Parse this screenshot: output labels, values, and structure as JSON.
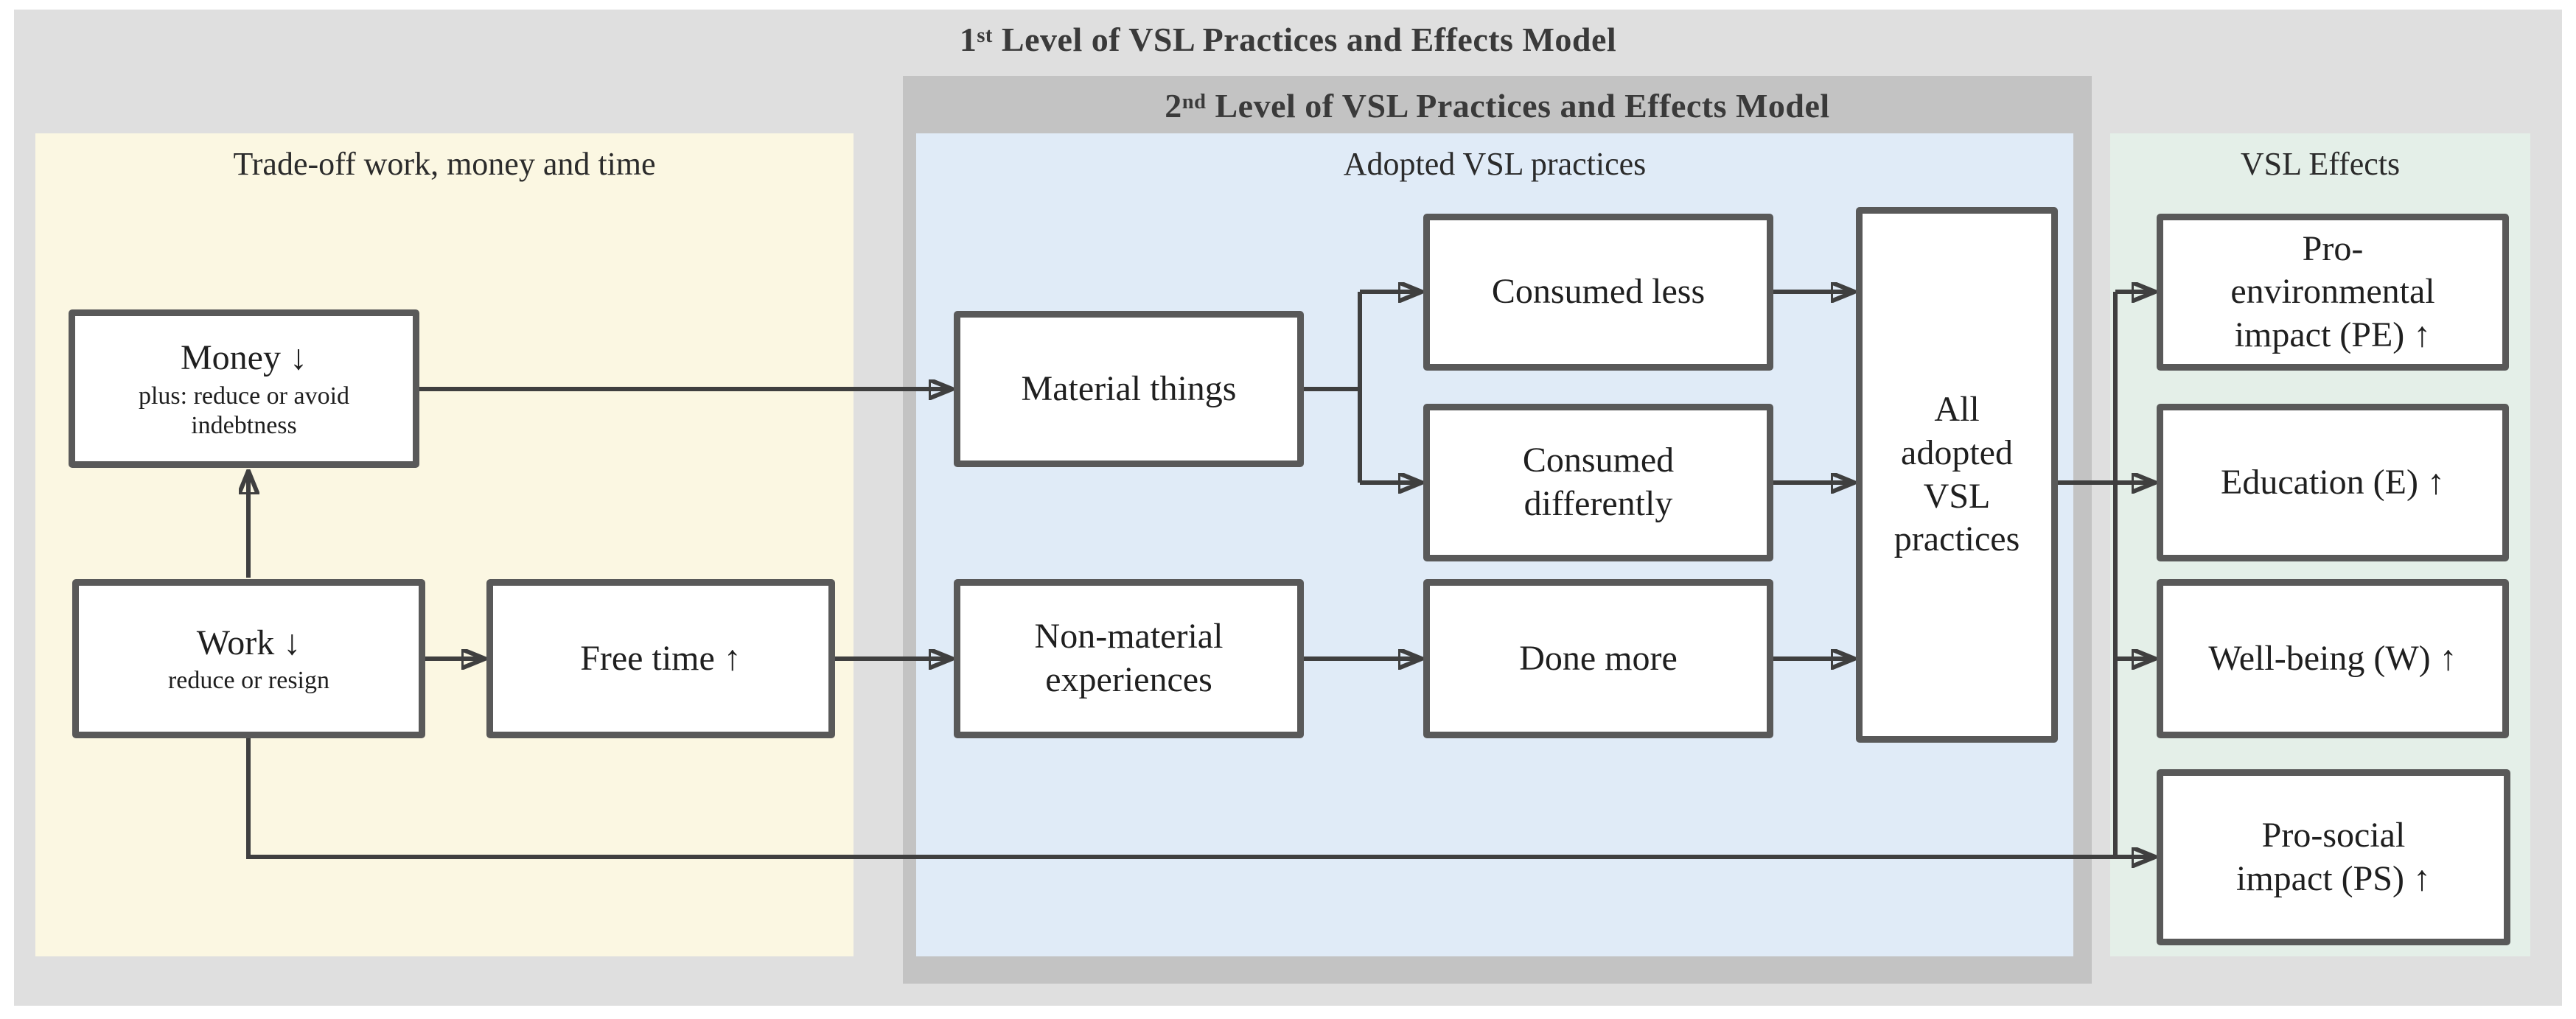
{
  "level1_title": {
    "num": "1",
    "sup": "st",
    "rest": " Level of VSL Practices and Effects Model"
  },
  "level2_title": {
    "num": "2",
    "sup": "nd",
    "rest": " Level of VSL Practices and Effects Model"
  },
  "panels": {
    "tradeoff": {
      "title": "Trade-off work, money and time"
    },
    "practices": {
      "title": "Adopted VSL practices"
    },
    "effects": {
      "title": "VSL Effects"
    }
  },
  "boxes": {
    "money": {
      "label": "Money ↓",
      "sub": "plus: reduce or avoid\nindebtness"
    },
    "work": {
      "label": "Work ↓",
      "sub": "reduce or resign"
    },
    "free_time": {
      "label": "Free time ↑"
    },
    "material": {
      "label": "Material things"
    },
    "consumed_less": {
      "label": "Consumed less"
    },
    "consumed_differently": {
      "label": "Consumed\ndifferently"
    },
    "non_material": {
      "label": "Non-material\nexperiences"
    },
    "done_more": {
      "label": "Done more"
    },
    "all_adopted": {
      "label": "All\nadopted\nVSL\npractices"
    },
    "pro_environmental": {
      "label": "Pro-\nenvironmental\nimpact (PE) ↑"
    },
    "education": {
      "label": "Education (E) ↑"
    },
    "well_being": {
      "label": "Well-being (W) ↑"
    },
    "pro_social": {
      "label": "Pro-social\nimpact (PS) ↑"
    }
  },
  "colors": {
    "outer-bg": "#dfdfdf",
    "dark-bg": "#c3c3c3",
    "tradeoff-bg": "#fbf7e2",
    "practices-bg": "#e0ebf7",
    "effects-bg": "#e4efe8",
    "box-border": "#595959",
    "line": "#3f3f3f",
    "text": "#1f1f1f",
    "title-text": "#3a3a3a"
  }
}
